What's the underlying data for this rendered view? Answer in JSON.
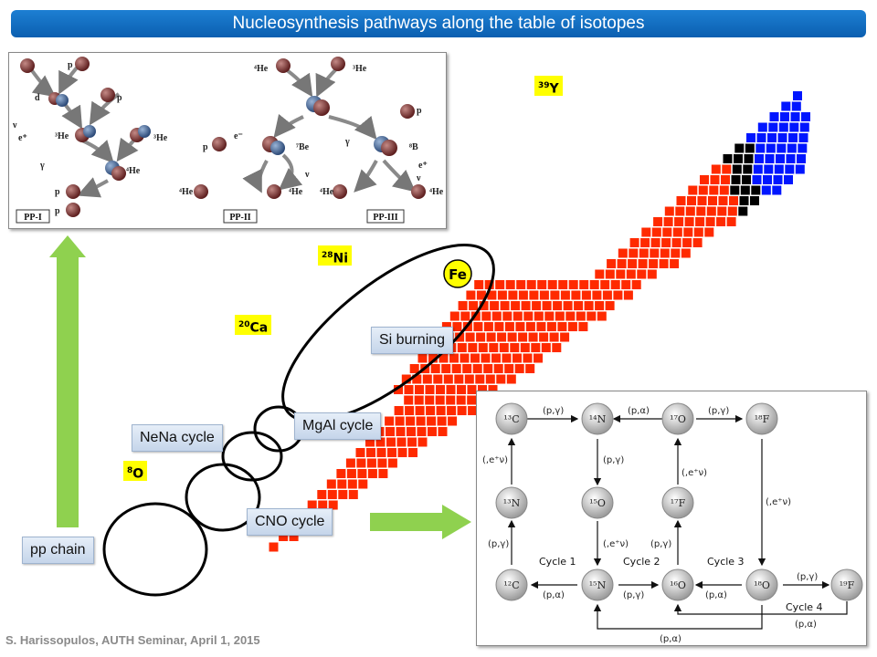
{
  "title": "Nucleosynthesis pathways along the table of isotopes",
  "footer": "S. Harissopulos, AUTH Seminar, April 1, 2015",
  "element_tags": {
    "o": "O",
    "ca": "Ca",
    "ni": "Ni",
    "y": "Y",
    "fe": "Fe"
  },
  "element_numbers": {
    "o": "8",
    "ca": "20",
    "ni": "28",
    "y": "39"
  },
  "labels": {
    "pp_chain": "pp chain",
    "cno": "CNO cycle",
    "nena": "NeNa cycle",
    "mgal": "MgAl cycle",
    "si": "Si burning"
  },
  "pp_panel": {
    "captions": [
      "PP-I",
      "PP-II",
      "PP-III"
    ],
    "particles": {
      "p": "p",
      "d": "d",
      "he3": "³He",
      "he4": "⁴He",
      "be7": "⁷Be",
      "b8": "⁸B",
      "gamma": "γ",
      "nu": "ν",
      "eplus": "e⁺",
      "eminus": "e⁻"
    }
  },
  "cno_panel": {
    "nodes": [
      "¹³C",
      "¹⁴N",
      "¹⁷O",
      "¹⁸F",
      "¹³N",
      "¹⁵O",
      "¹⁷F",
      "¹²C",
      "¹⁵N",
      "¹⁶O",
      "¹⁸O",
      "¹⁹F"
    ],
    "reactions": {
      "pg": "(p,γ)",
      "pa": "(p,α)",
      "decay": "(,e⁺ν)"
    },
    "cycles": [
      "Cycle 1",
      "Cycle 2",
      "Cycle 3",
      "Cycle 4"
    ]
  },
  "colors": {
    "stable": "#000000",
    "proton_rich": "#ff2a00",
    "neutron_rich": "#0016ff",
    "title_bar": "#1572c7",
    "arrow": "#8fd14f",
    "tag": "#ffff00"
  }
}
